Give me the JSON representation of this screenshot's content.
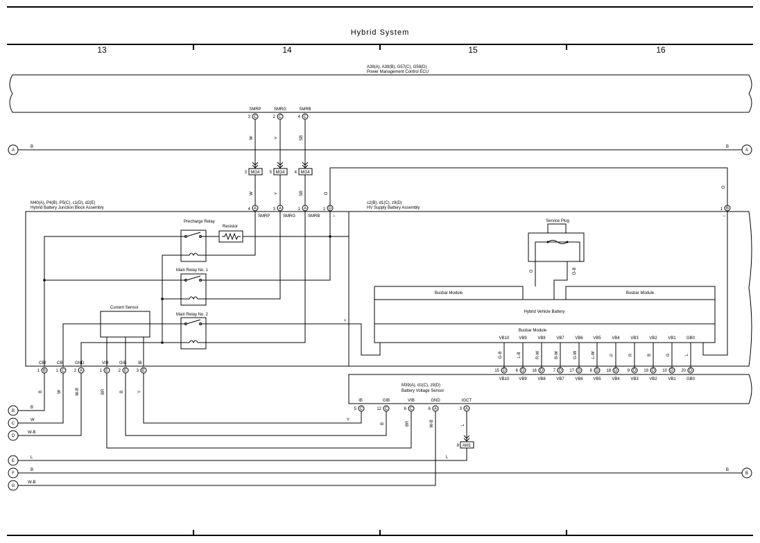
{
  "title": "Hybrid System",
  "grid": [
    "13",
    "14",
    "15",
    "16"
  ],
  "ecu": {
    "codes": "A38(A), A39(B), G57(C), G58(D)",
    "name": "Power Management Control ECU"
  },
  "jba": {
    "codes": "M40(A), P4(B), P5(C), c1(D), d2(E)",
    "name": "Hybrid Battery Junction Block Assembly"
  },
  "hvb": {
    "codes": "c2(B), d1(C), z9(D)",
    "name": "HV Supply Battery Assembly"
  },
  "bvs": {
    "codes": "M39(A), d1(C), z9(D)",
    "name": "Battery Voltage Sensor"
  },
  "labels": {
    "precharge_relay": "Precharge Relay",
    "resistor": "Resistor",
    "main_relay1": "Main Relay No. 1",
    "main_relay2": "Main Relay No. 2",
    "current_sensor": "Current Sensor",
    "service_plug": "Service Plug",
    "busbar_module": "Busbar Module",
    "hv_battery": "Hybrid Vehicle Battery",
    "plus": "+",
    "minus": "–"
  },
  "connectors": {
    "mg4": "MG4",
    "am1": "AM1"
  },
  "nodes": [
    "A",
    "B",
    "C",
    "D",
    "E",
    "F",
    "G"
  ],
  "ecu_pins": [
    {
      "name": "SMRP",
      "num": "3",
      "c": "C"
    },
    {
      "name": "SMRG",
      "num": "2",
      "c": "C"
    },
    {
      "name": "SMRB",
      "num": "4",
      "c": "C"
    }
  ],
  "mg4_pins": [
    "3",
    "5",
    "4"
  ],
  "jb_top_pins": [
    {
      "name": "SMRP",
      "num": "4",
      "c": "A"
    },
    {
      "name": "SMRG",
      "num": "3",
      "c": "A"
    },
    {
      "name": "SMRB",
      "num": "1",
      "c": "A"
    },
    {
      "name": "",
      "num": "1",
      "c": "D"
    }
  ],
  "hv_pin_right": {
    "num": "1",
    "c": "B"
  },
  "jb_bottom_pins": [
    {
      "name": "CBI",
      "num": "1",
      "c": "B"
    },
    {
      "name": "CBI",
      "num": "1",
      "c": "C"
    },
    {
      "name": "GND",
      "num": "2",
      "c": "A"
    },
    {
      "name": "VIB",
      "num": "1",
      "c": "E"
    },
    {
      "name": "GIB",
      "num": "2",
      "c": "E"
    },
    {
      "name": "IB",
      "num": "3",
      "c": "E"
    }
  ],
  "bv_pins": [
    {
      "name": "VB10",
      "num": "15",
      "c": "D",
      "color": "G-B"
    },
    {
      "name": "VB9",
      "num": "6",
      "c": "D",
      "color": "L-B"
    },
    {
      "name": "VB8",
      "num": "16",
      "c": "D",
      "color": "R-W"
    },
    {
      "name": "VB7",
      "num": "7",
      "c": "D",
      "color": "B-W"
    },
    {
      "name": "VB6",
      "num": "17",
      "c": "D",
      "color": "G-W"
    },
    {
      "name": "VB5",
      "num": "8",
      "c": "D",
      "color": "L-W"
    },
    {
      "name": "VB4",
      "num": "18",
      "c": "D",
      "color": "P"
    },
    {
      "name": "VB3",
      "num": "9",
      "c": "D",
      "color": "R"
    },
    {
      "name": "VB2",
      "num": "19",
      "c": "D",
      "color": "B"
    },
    {
      "name": "VB1",
      "num": "10",
      "c": "D",
      "color": "G"
    },
    {
      "name": "GB0",
      "num": "20",
      "c": "D",
      "color": "L"
    }
  ],
  "bvs_pins": [
    {
      "name": "IB",
      "num": "5",
      "c": "C"
    },
    {
      "name": "GIB",
      "num": "12",
      "c": "C"
    },
    {
      "name": "VIB",
      "num": "6",
      "c": "C"
    },
    {
      "name": "GND",
      "num": "6",
      "c": "A"
    },
    {
      "name": "IGCT",
      "num": "3",
      "c": "A"
    }
  ],
  "am1_pin": "8",
  "wires": {
    "ecu_w": "W",
    "ecu_y": "Y",
    "ecu_sb": "SB",
    "mg_w": "W",
    "mg_y": "Y",
    "mg_sb": "SB",
    "o_left": "O",
    "o_right": "O",
    "sp_o": "O",
    "sp_ob": "O-B",
    "b_bus": "B",
    "b_bus_r": "B",
    "cbi_b": "B",
    "cbi_w": "W",
    "gnd_wb": "W-B",
    "vib_br": "BR",
    "gib_b": "B",
    "ib_y": "Y",
    "bv_ib_y": "Y",
    "bv_gib_b": "B",
    "bv_vib_br": "BR",
    "bv_gnd_wb": "W-B",
    "bv_igct_l": "L",
    "e_l": "L",
    "e_l2": "L",
    "f_b": "B",
    "f_b2": "B",
    "g_wb": "W-B",
    "nb_b": "B",
    "nc_w": "W",
    "nd_wb": "W-B"
  }
}
